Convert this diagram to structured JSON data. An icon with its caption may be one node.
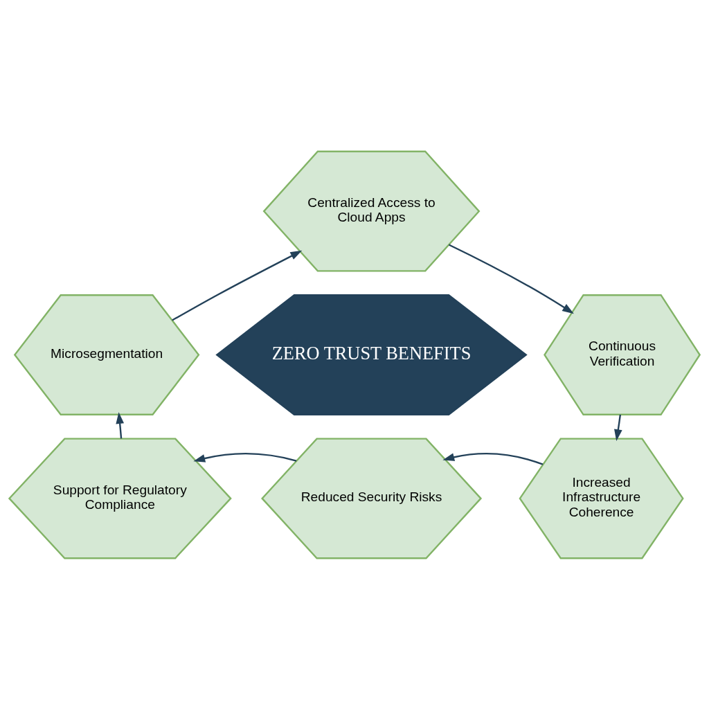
{
  "diagram": {
    "nodes": [
      {
        "text": [
          "Centralized Access to Cloud Apps"
        ]
      },
      {
        "text": [
          "Microsegmentation"
        ]
      },
      {
        "text": [
          "Continuous Verification"
        ]
      },
      {
        "text": [
          "ZERO TRUST BENEFITS"
        ]
      },
      {
        "text": [
          "Support for Regulatory Compliance"
        ]
      },
      {
        "text": [
          "Increased Infrastructure Coherence"
        ]
      },
      {
        "text": [
          "Reduced Security Risks"
        ]
      }
    ],
    "edges": [
      {
        "from": 1,
        "to": 0,
        "arrow": "to"
      },
      {
        "from": 0,
        "to": 2,
        "arrow": "to"
      },
      {
        "from": 2,
        "to": 5,
        "arrow": "to"
      },
      {
        "from": 5,
        "to": 6,
        "arrow": "to"
      },
      {
        "from": 6,
        "to": 4,
        "arrow": "to"
      },
      {
        "from": 4,
        "to": 1,
        "arrow": "to"
      }
    ]
  }
}
